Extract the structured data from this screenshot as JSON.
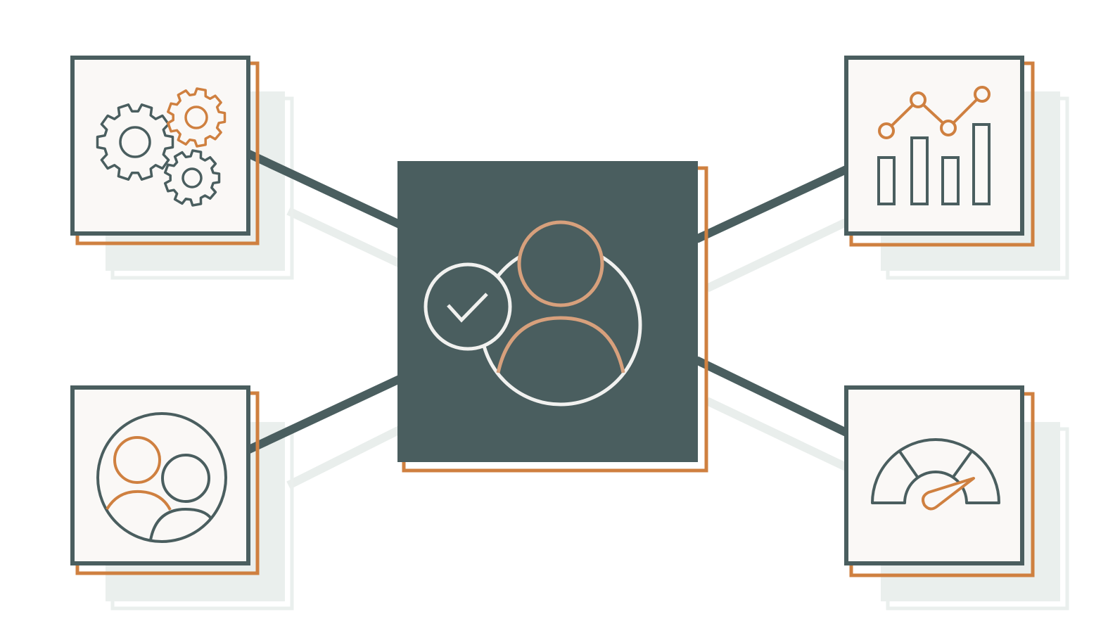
{
  "colors": {
    "slate": "#4a5e5f",
    "orange": "#cf8040",
    "orange_light": "#d7a07c",
    "cream": "#faf8f6",
    "shadow": "#eaefed",
    "center_fill": "#4a5e5f",
    "outline_light": "#f1f1ef"
  },
  "hub": {
    "icon": "user-check-icon",
    "description_visible": false
  },
  "nodes": [
    {
      "id": "top-left",
      "icon": "gears-icon"
    },
    {
      "id": "top-right",
      "icon": "analytics-chart-icon"
    },
    {
      "id": "bottom-left",
      "icon": "team-users-icon"
    },
    {
      "id": "bottom-right",
      "icon": "speedometer-gauge-icon"
    }
  ]
}
